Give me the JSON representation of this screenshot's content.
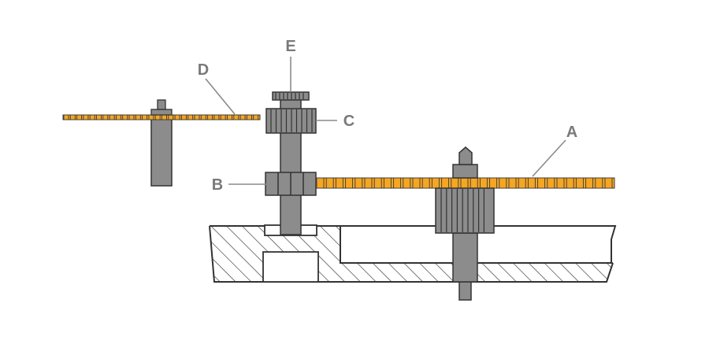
{
  "labels": {
    "a": "A",
    "b": "B",
    "c": "C",
    "d": "D",
    "e": "E"
  },
  "colors": {
    "gear_fill": "#f5a623",
    "gear_stroke": "#3a3a3a",
    "part_fill": "#8c8c8c",
    "part_dark": "#6f6f6f",
    "outline": "#333333",
    "label": "#7a7a7a",
    "leader": "#8a8a8a",
    "background": "#ffffff"
  }
}
